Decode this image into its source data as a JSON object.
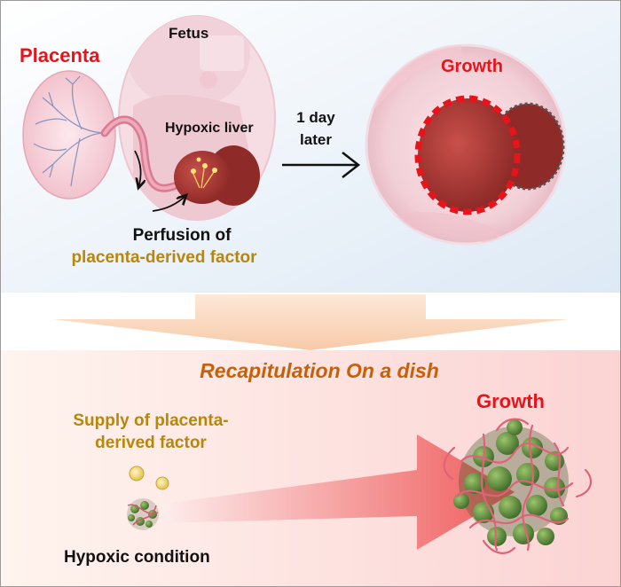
{
  "top_panel": {
    "placenta_label": "Placenta",
    "fetus_label": "Fetus",
    "hypoxic_liver_label": "Hypoxic liver",
    "time_label_line1": "1 day",
    "time_label_line2": "later",
    "growth_label": "Growth",
    "perfusion_line1": "Perfusion of",
    "perfusion_line2": "placenta-derived factor"
  },
  "bottom_panel": {
    "title": "Recapitulation On a dish",
    "supply_line1": "Supply of placenta-",
    "supply_line2": "derived factor",
    "condition_label": "Hypoxic condition",
    "growth_label": "Growth"
  },
  "colors": {
    "red_accent": "#e8141c",
    "gold_accent": "#b8860b",
    "orange_title": "#c8600a",
    "tissue": "#a83a36",
    "organoid_green": "#5a8a3a"
  }
}
